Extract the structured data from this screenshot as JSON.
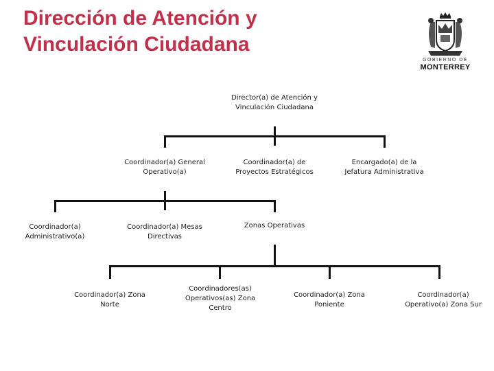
{
  "header": {
    "title_line1": "Dirección de Atención y",
    "title_line2": "Vinculación Ciudadana"
  },
  "logo": {
    "icon": "city-coat-of-arms-icon",
    "gobierno": "GOBIERNO DE",
    "city": "MONTERREY"
  },
  "org": {
    "director": [
      "Director(a) de Atención y",
      "Vinculación Ciudadana"
    ],
    "coord_general": [
      "Coordinador(a) General",
      "Operativo(a)"
    ],
    "coord_proyectos": [
      "Coordinador(a) de",
      "Proyectos Estratégicos"
    ],
    "encargado": [
      "Encargado(a) de la",
      "Jefatura Administrativa"
    ],
    "coord_admin": [
      "Coordinador(a)",
      "Administrativo(a)"
    ],
    "coord_mesas": [
      "Coordinador(a) Mesas",
      "Directivas"
    ],
    "zonas": [
      "Zonas Operativas"
    ],
    "zona_norte": [
      "Coordinador(a) Zona",
      "Norte"
    ],
    "zona_centro": [
      "Coordinadores(as)",
      "Operativos(as) Zona",
      "Centro"
    ],
    "zona_poniente": [
      "Coordinador(a) Zona",
      "Poniente"
    ],
    "zona_sur": [
      "Coordinador(a)",
      "Operativo(a) Zona Sur"
    ]
  },
  "colors": {
    "title": "#c0304a",
    "lines": "#111111"
  }
}
